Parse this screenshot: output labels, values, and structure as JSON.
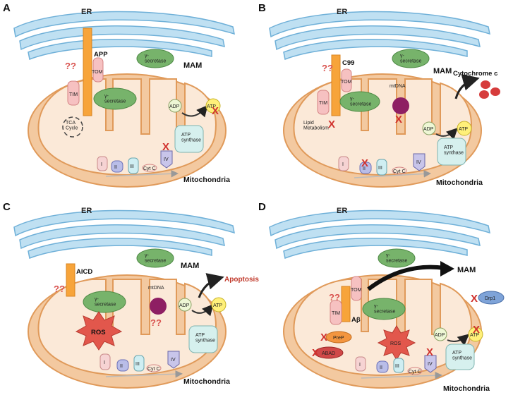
{
  "panels": {
    "A": {
      "letter": "A",
      "er": "ER",
      "mam": "MAM",
      "mito": "Mitochondria",
      "protein": "APP",
      "qq": "??",
      "tom": "TOM",
      "tim": "TIM",
      "gsec_out": "γ-\nsecretase",
      "gsec_in": "γ-\nsecretase",
      "tca": "TCA\nCycle",
      "adp": "ADP",
      "atp": "ATP",
      "synthase": "ATP\nsynthase",
      "c1": "I",
      "c2": "II",
      "c3": "III",
      "c4": "IV",
      "cytc": "Cyt C",
      "x": "X"
    },
    "B": {
      "letter": "B",
      "er": "ER",
      "mam": "MAM",
      "mito": "Mitochondria",
      "protein": "C99",
      "qq": "??",
      "tom": "TOM",
      "tim": "TIM",
      "gsec_out": "γ-\nsecretase",
      "gsec_in": "γ-\nsecretase",
      "mtdna": "mtDNA",
      "lipid": "Lipid\nMetabolism",
      "cytochrome": "Cytochrome c",
      "adp": "ADP",
      "atp": "ATP",
      "synthase": "ATP\nsynthase",
      "c1": "I",
      "c2": "II",
      "c3": "III",
      "c4": "IV",
      "cytc": "Cyt C",
      "x": "X"
    },
    "C": {
      "letter": "C",
      "er": "ER",
      "mam": "MAM",
      "mito": "Mitochondria",
      "protein": "AICD",
      "qq": "??",
      "qq2": "??",
      "gsec_out": "γ-\nsecretase",
      "gsec_in": "γ-\nsecretase",
      "mtdna": "mtDNA",
      "ros": "ROS",
      "apoptosis": "Apoptosis",
      "adp": "ADP",
      "atp": "ATP",
      "synthase": "ATP\nsynthase",
      "c1": "I",
      "c2": "II",
      "c3": "III",
      "c4": "IV",
      "cytc": "Cyt C"
    },
    "D": {
      "letter": "D",
      "er": "ER",
      "mam": "MAM",
      "mito": "Mitochondria",
      "protein": "Aβ",
      "qq": "??",
      "tom": "TOM",
      "tim": "TIM",
      "gsec_out": "γ-\nsecretase",
      "gsec_in": "γ-\nsecretase",
      "drp1": "Drp1",
      "prep": "PreP",
      "abad": "ABAD",
      "ros": "ROS",
      "adp": "ADP",
      "atp": "ATP",
      "synthase": "ATP\nsynthase",
      "c1": "I",
      "c2": "II",
      "c3": "III",
      "c4": "IV",
      "cytc": "Cyt C",
      "x": "X"
    }
  },
  "colors": {
    "er_fill": "#bfe0f2",
    "er_stroke": "#6fb0d8",
    "mito_outer": "#f3c9a0",
    "mito_stroke": "#e09a5a",
    "mito_inner": "#fbe9d8",
    "app_bar": "#f7a43a",
    "gsec": "#77b36b",
    "tom_tim": "#f6c1c1",
    "atp": "#fff07a",
    "adp": "#eef7d5",
    "synthase": "#d6f0ee",
    "cplx1": "#f6d3d3",
    "cplx2": "#b9bde8",
    "cplx3": "#cfeef2",
    "cplx4": "#c8c5ea",
    "ros": "#e2574c",
    "mtdna": "#8e1f63",
    "cytochrome": "#d63c3c",
    "drp1": "#7ea3d8",
    "prep": "#f3953f",
    "abad": "#d04848"
  }
}
